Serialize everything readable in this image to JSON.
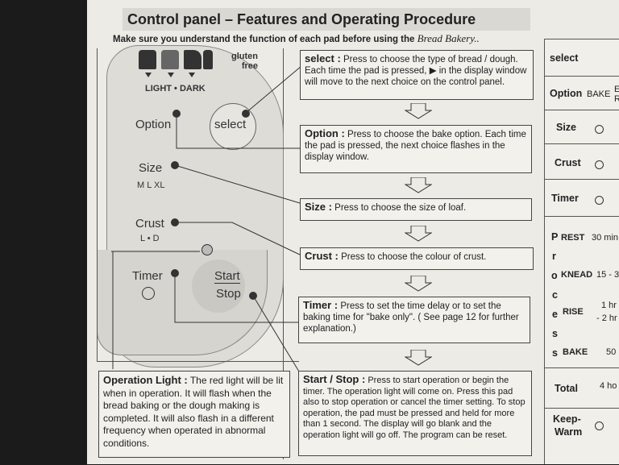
{
  "header": {
    "title": "Control panel – Features and Operating Procedure",
    "subtitle": "Make sure you understand the function of each pad before using the",
    "brand": "Bread Bakery.."
  },
  "panel": {
    "gluten_free": "gluten free",
    "light_dark": "LIGHT • DARK",
    "option": "Option",
    "select": "select",
    "size": "Size",
    "size_codes": "M L XL",
    "crust": "Crust",
    "crust_codes": "L • D",
    "timer": "Timer",
    "start": "Start",
    "stop": "Stop"
  },
  "boxes": {
    "select": {
      "title": "select :",
      "text": "Press to choose the type of bread / dough. Each time the pad is pressed, ▶ in the display window will move to the next choice on the control panel."
    },
    "option": {
      "title": "Option :",
      "text": "Press to choose the bake option. Each time the pad is pressed, the next choice flashes in the display window."
    },
    "size": {
      "title": "Size :",
      "text": "Press to choose the size of loaf."
    },
    "crust": {
      "title": "Crust :",
      "text": "Press to choose the colour of crust."
    },
    "timer": {
      "title": "Timer :",
      "text": "Press to set the time delay or to set the baking time for \"bake only\". ( See page 12 for further explanation.)"
    },
    "start_stop": {
      "title": "Start / Stop :",
      "text": "Press to start operation or begin the timer. The operation light will come on. Press this pad also to stop operation or cancel the timer setting. To stop operation, the pad must be pressed and held for more than 1 second. The display will go blank and the operation light will go off. The program can be reset."
    },
    "operation_light": {
      "title": "Operation Light :",
      "text": "The red light will be lit when in operation. It will flash when the bread baking or the dough making is completed. It will also flash in a different frequency when operated in abnormal conditions."
    }
  },
  "right_table": {
    "select": "select",
    "option": "Option",
    "bake": "BAKE",
    "edge": "E R",
    "size": "Size",
    "crust": "Crust",
    "timer": "Timer",
    "process_letters": [
      "P",
      "r",
      "o",
      "c",
      "e",
      "s",
      "s"
    ],
    "rest": "REST",
    "rest_val": "30 min",
    "knead": "KNEAD",
    "knead_val": "15 - 3",
    "rise": "RISE",
    "rise_val1": "1 hr",
    "rise_val2": "- 2 hr",
    "bake_val": "50",
    "total": "Total",
    "total_val": "4 ho",
    "keep": "Keep-",
    "warm": "Warm"
  }
}
